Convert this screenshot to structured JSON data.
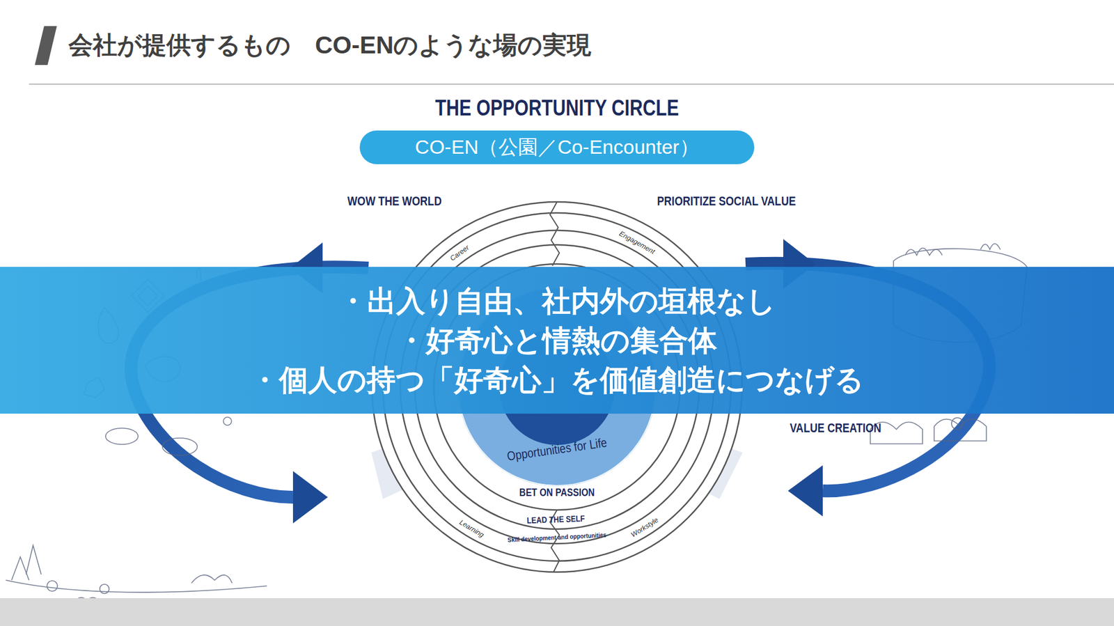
{
  "diagram": {
    "title": "会社が提供するもの　CO-ENのような場の実現",
    "nodes": [
      {
        "text": [
          "CO-EN（公園／Co-Encounter）"
        ]
      },
      {
        "text": [
          "Opportunities for Life"
        ]
      },
      {
        "text": [
          "・出入り自由、社内外の垣根なし",
          "・好奇心と情熱の集合体",
          "・個人の持つ「好奇心」を価値創造につなげる"
        ]
      }
    ],
    "labels": [
      "THE OPPORTUNITY CIRCLE",
      "WOW THE WORLD",
      "PRIORITIZE SOCIAL VALUE",
      "VALUE CREATION",
      "Career",
      "Engagement",
      "BET ON PASSION",
      "LEAD THE SELF",
      "Skill development and opportunities",
      "Learning",
      "Workstyle"
    ]
  }
}
